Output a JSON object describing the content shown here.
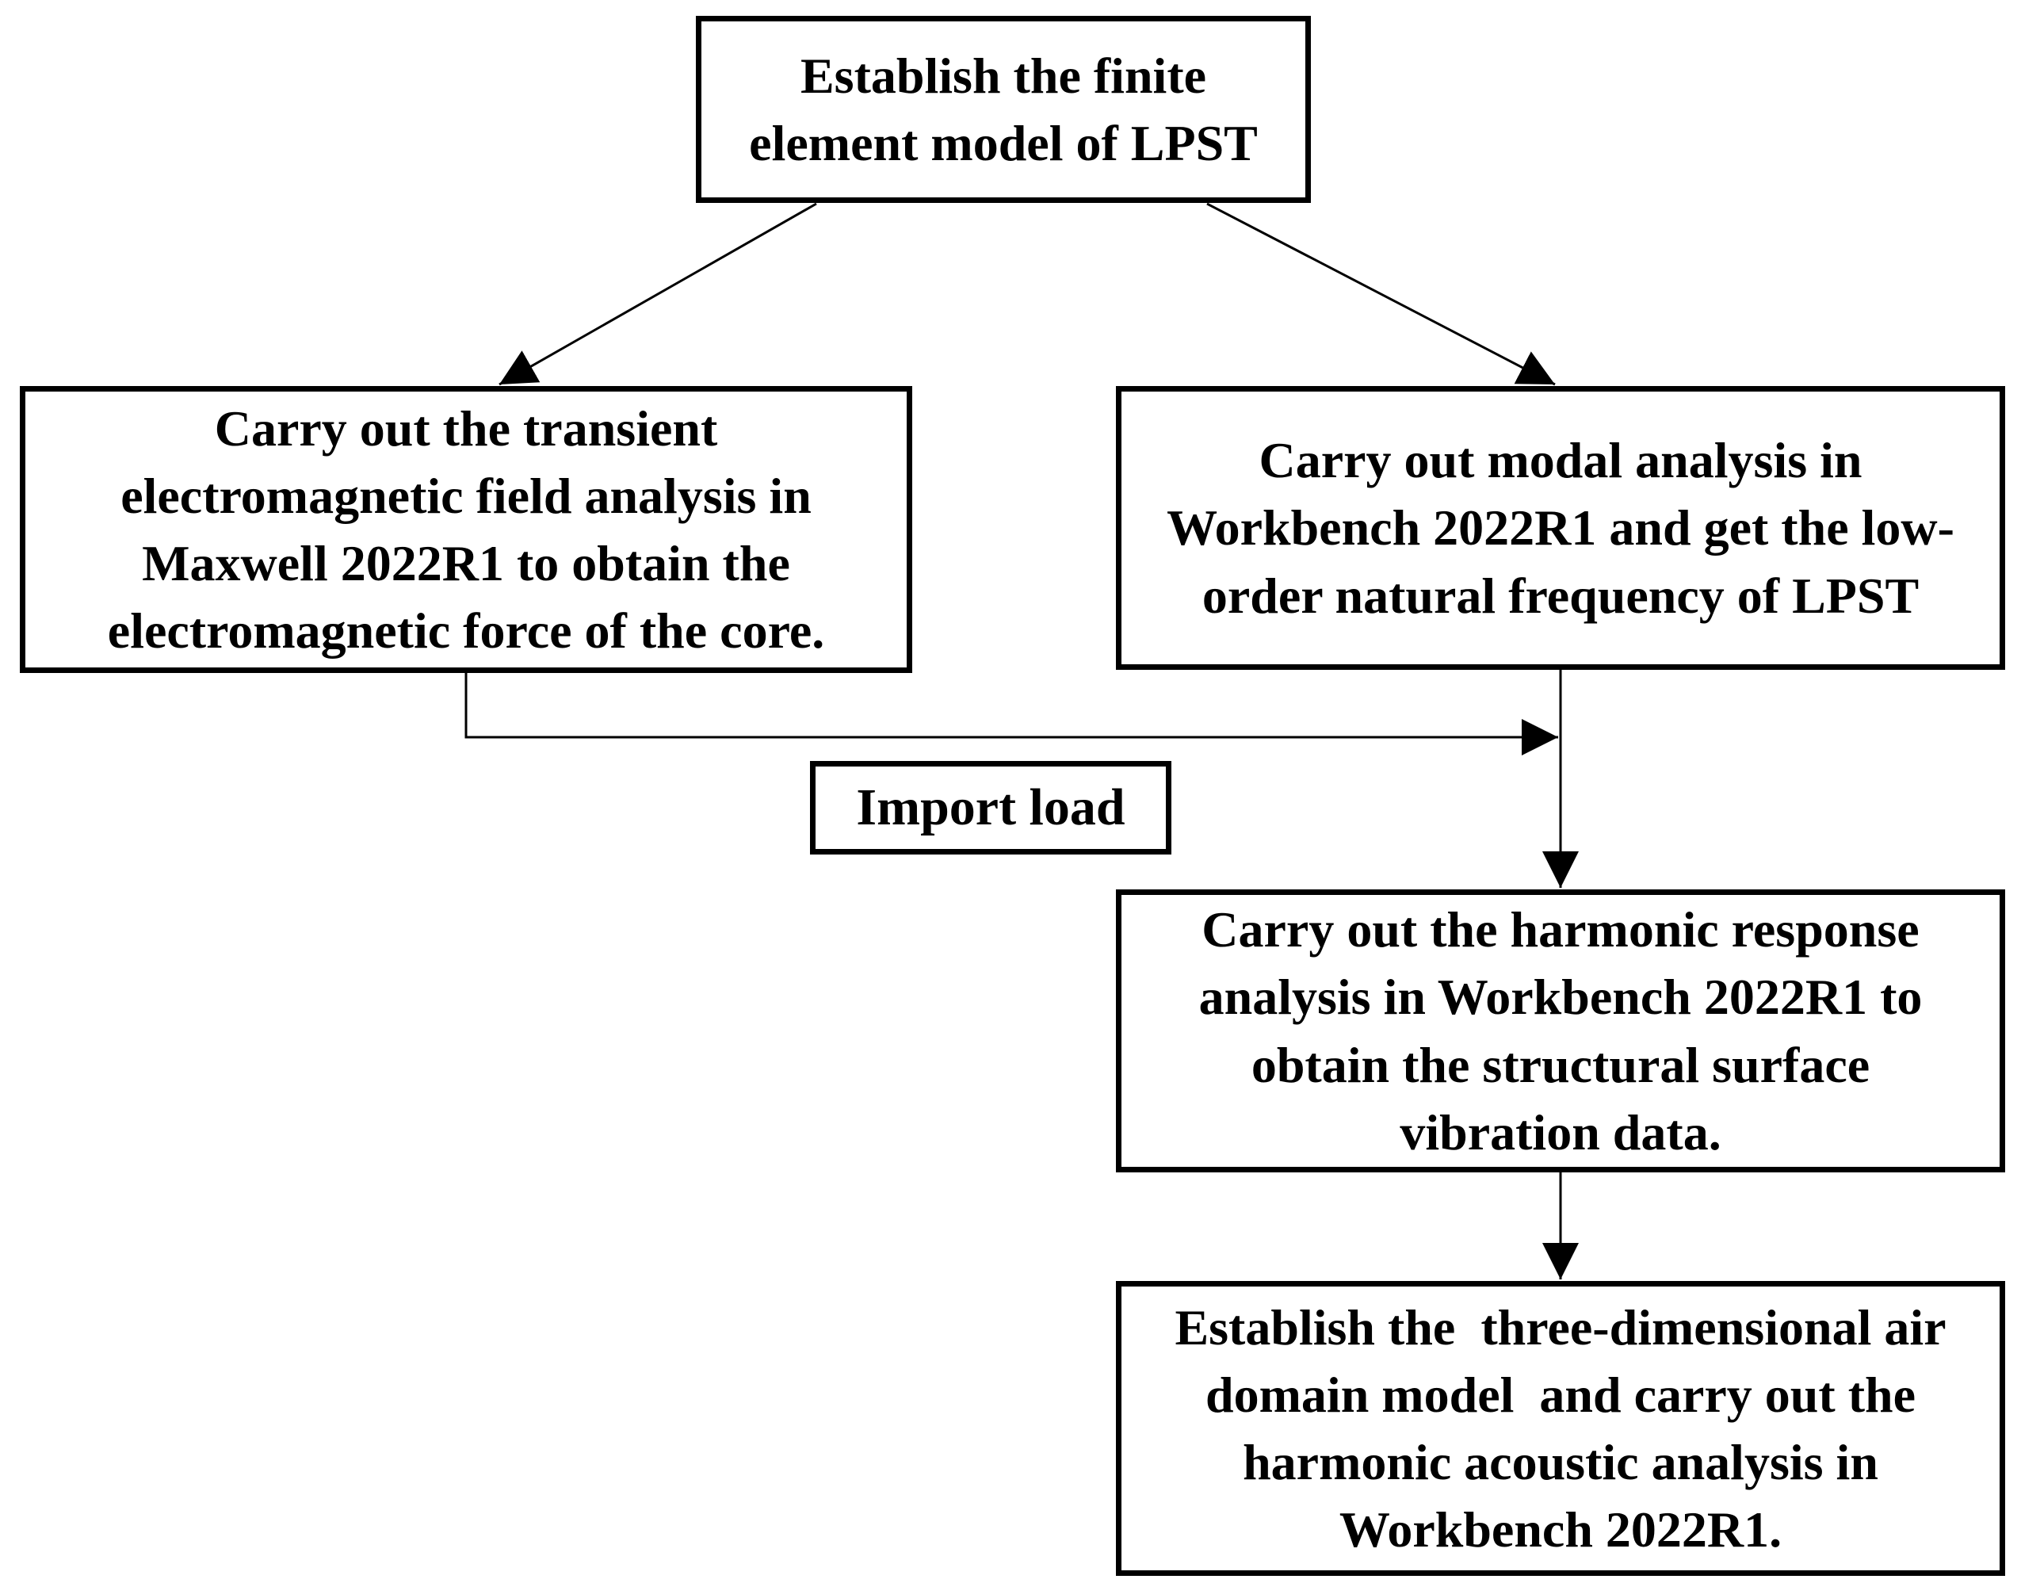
{
  "boxes": {
    "top": {
      "text": "Establish the finite\nelement model of LPST"
    },
    "left": {
      "text": "Carry out the transient\nelectromagnetic field analysis in\nMaxwell 2022R1 to obtain the\nelectromagnetic force of the core."
    },
    "right": {
      "text": "Carry out modal analysis in\nWorkbench 2022R1 and get the low-\norder natural frequency of LPST"
    },
    "import_load": {
      "text": "Import load"
    },
    "harmonic_response": {
      "text": "Carry out the harmonic response\nanalysis in Workbench 2022R1 to\nobtain the structural surface\nvibration data."
    },
    "harmonic_acoustic": {
      "text": "Establish the  three-dimensional air\ndomain model  and carry out the\nharmonic acoustic analysis in\nWorkbench 2022R1."
    }
  },
  "colors": {
    "line": "#000000",
    "box_border": "#000000",
    "background": "#ffffff",
    "text": "#000000"
  }
}
